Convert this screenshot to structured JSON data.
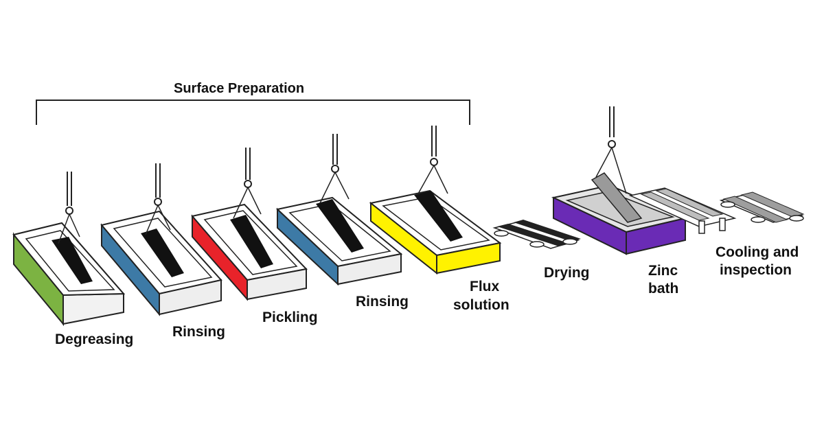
{
  "header": {
    "surface_preparation": "Surface Preparation"
  },
  "steps": [
    {
      "label": "Degreasing",
      "color": "#7cb342"
    },
    {
      "label": "Rinsing",
      "color": "#3d7aa6"
    },
    {
      "label": "Pickling",
      "color": "#e8232a"
    },
    {
      "label": "Rinsing",
      "color": "#3d7aa6"
    },
    {
      "label_line1": "Flux",
      "label_line2": "solution",
      "color": "#fff200"
    },
    {
      "label": "Drying"
    },
    {
      "label_line1": "Zinc",
      "label_line2": "bath",
      "color": "#6a2bb5"
    },
    {
      "label_line1": "Cooling and",
      "label_line2": "inspection"
    }
  ]
}
